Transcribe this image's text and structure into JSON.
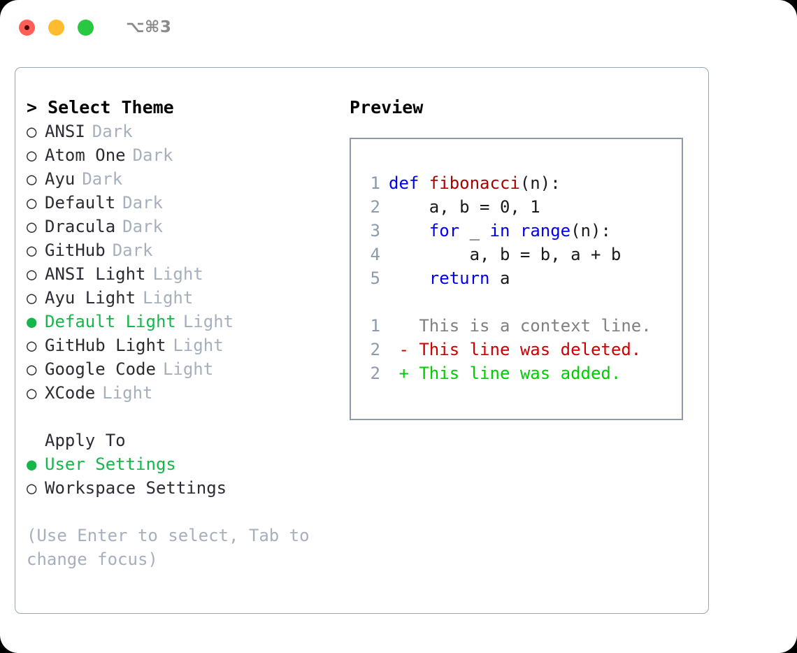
{
  "window": {
    "title": "⌥⌘3",
    "traffic_lights": [
      {
        "name": "close",
        "color": "#ff5f57"
      },
      {
        "name": "minimize",
        "color": "#febc2e"
      },
      {
        "name": "maximize",
        "color": "#28c840"
      }
    ]
  },
  "colors": {
    "accent_green": "#16b74a",
    "muted": "#a6b0bd",
    "border": "#9aa6b5",
    "preview_border": "#8c9aab",
    "keyword": "#0000ee",
    "function": "#aa0000",
    "lineno": "#8c9aab",
    "diff_deleted": "#cc0000",
    "diff_added": "#00cc00",
    "context": "#808080"
  },
  "theme_list": {
    "title": "> Select Theme",
    "items": [
      {
        "bullet": "○",
        "label": "ANSI",
        "kind": "Dark",
        "selected": false
      },
      {
        "bullet": "○",
        "label": "Atom One",
        "kind": "Dark",
        "selected": false
      },
      {
        "bullet": "○",
        "label": "Ayu",
        "kind": "Dark",
        "selected": false
      },
      {
        "bullet": "○",
        "label": "Default",
        "kind": "Dark",
        "selected": false
      },
      {
        "bullet": "○",
        "label": "Dracula",
        "kind": "Dark",
        "selected": false
      },
      {
        "bullet": "○",
        "label": "GitHub",
        "kind": "Dark",
        "selected": false
      },
      {
        "bullet": "○",
        "label": "ANSI Light",
        "kind": "Light",
        "selected": false
      },
      {
        "bullet": "○",
        "label": "Ayu Light",
        "kind": "Light",
        "selected": false
      },
      {
        "bullet": "●",
        "label": "Default Light",
        "kind": "Light",
        "selected": true
      },
      {
        "bullet": "○",
        "label": "GitHub Light",
        "kind": "Light",
        "selected": false
      },
      {
        "bullet": "○",
        "label": "Google Code",
        "kind": "Light",
        "selected": false
      },
      {
        "bullet": "○",
        "label": "XCode",
        "kind": "Light",
        "selected": false
      }
    ]
  },
  "apply_to": {
    "title": "Apply To",
    "items": [
      {
        "bullet": "●",
        "label": "User Settings",
        "selected": true
      },
      {
        "bullet": "○",
        "label": "Workspace Settings",
        "selected": false
      }
    ]
  },
  "hint": "(Use Enter to select, Tab to change focus)",
  "preview": {
    "title": "Preview",
    "code_lines": [
      {
        "no": "1",
        "tokens": [
          {
            "t": "def ",
            "c": "tok-kw"
          },
          {
            "t": "fibonacci",
            "c": "tok-fn"
          },
          {
            "t": "(n):",
            "c": "tok-plain"
          }
        ]
      },
      {
        "no": "2",
        "tokens": [
          {
            "t": "    a, b = 0, 1",
            "c": "tok-plain"
          }
        ]
      },
      {
        "no": "3",
        "tokens": [
          {
            "t": "    ",
            "c": "tok-plain"
          },
          {
            "t": "for",
            "c": "tok-kw"
          },
          {
            "t": " _ ",
            "c": "tok-plain"
          },
          {
            "t": "in range",
            "c": "tok-kw"
          },
          {
            "t": "(n):",
            "c": "tok-plain"
          }
        ]
      },
      {
        "no": "4",
        "tokens": [
          {
            "t": "        a, b = b, a + b",
            "c": "tok-plain"
          }
        ]
      },
      {
        "no": "5",
        "tokens": [
          {
            "t": "    ",
            "c": "tok-plain"
          },
          {
            "t": "return",
            "c": "tok-kw"
          },
          {
            "t": " a",
            "c": "tok-plain"
          }
        ]
      }
    ],
    "diff_lines": [
      {
        "no": "1",
        "tokens": [
          {
            "t": "   This is a context line.",
            "c": "tok-ctx"
          }
        ]
      },
      {
        "no": "2",
        "tokens": [
          {
            "t": " - This line was deleted.",
            "c": "tok-del"
          }
        ]
      },
      {
        "no": "2",
        "tokens": [
          {
            "t": " + This line was added.",
            "c": "tok-add"
          }
        ]
      }
    ]
  }
}
